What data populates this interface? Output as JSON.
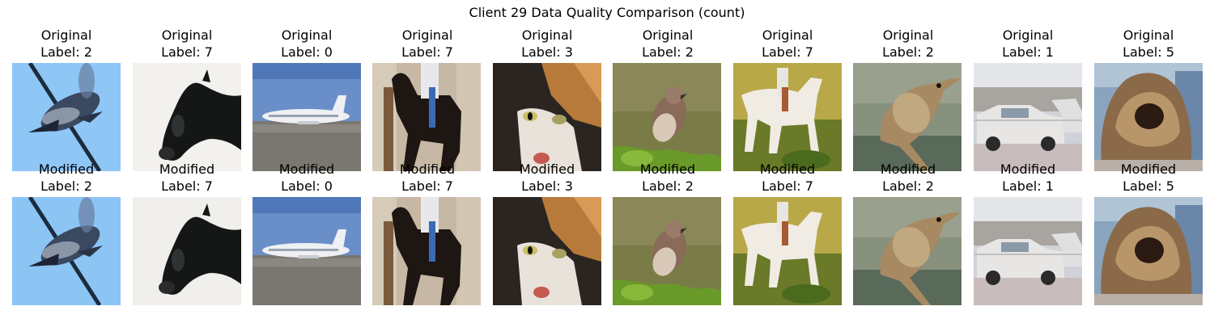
{
  "title": "Client 29 Data Quality Comparison (count)",
  "rows": [
    {
      "heading": "Original",
      "items": [
        {
          "label": "Label: 2",
          "subject": "bird-on-wire-image"
        },
        {
          "label": "Label: 7",
          "subject": "black-horse-image"
        },
        {
          "label": "Label: 0",
          "subject": "airplane-image"
        },
        {
          "label": "Label: 7",
          "subject": "horse-rider-image"
        },
        {
          "label": "Label: 3",
          "subject": "cat-image"
        },
        {
          "label": "Label: 2",
          "subject": "perched-bird-image"
        },
        {
          "label": "Label: 7",
          "subject": "white-horse-image"
        },
        {
          "label": "Label: 2",
          "subject": "brown-bird-image"
        },
        {
          "label": "Label: 1",
          "subject": "car-image"
        },
        {
          "label": "Label: 5",
          "subject": "dog-image"
        }
      ]
    },
    {
      "heading": "Modified",
      "items": [
        {
          "label": "Label: 2",
          "subject": "bird-on-wire-image"
        },
        {
          "label": "Label: 7",
          "subject": "black-horse-image"
        },
        {
          "label": "Label: 0",
          "subject": "airplane-image"
        },
        {
          "label": "Label: 7",
          "subject": "horse-rider-image"
        },
        {
          "label": "Label: 3",
          "subject": "cat-image"
        },
        {
          "label": "Label: 2",
          "subject": "perched-bird-image"
        },
        {
          "label": "Label: 7",
          "subject": "white-horse-image"
        },
        {
          "label": "Label: 2",
          "subject": "brown-bird-image"
        },
        {
          "label": "Label: 1",
          "subject": "car-image"
        },
        {
          "label": "Label: 5",
          "subject": "dog-image"
        }
      ]
    }
  ]
}
